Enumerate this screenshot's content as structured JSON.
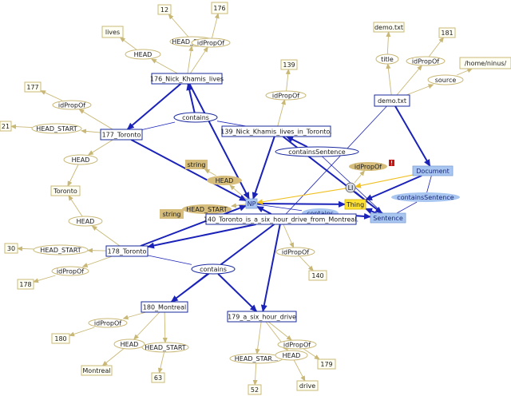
{
  "graph": {
    "nodes": [
      {
        "id": "n_12",
        "label": "12",
        "kind": "literal"
      },
      {
        "id": "n_176lit",
        "label": "176",
        "kind": "literal"
      },
      {
        "id": "n_lives",
        "label": "lives",
        "kind": "literal"
      },
      {
        "id": "n_headstart1",
        "label": "HEAD_START",
        "kind": "prop"
      },
      {
        "id": "n_idpropof1",
        "label": "idPropOf",
        "kind": "prop"
      },
      {
        "id": "n_head1",
        "label": "HEAD",
        "kind": "prop"
      },
      {
        "id": "n_176nick",
        "label": "176_Nick_Khamis_lives",
        "kind": "instance"
      },
      {
        "id": "n_contains1",
        "label": "contains",
        "kind": "bluelink"
      },
      {
        "id": "n_177",
        "label": "177",
        "kind": "literal"
      },
      {
        "id": "n_idpropof2",
        "label": "idPropOf",
        "kind": "prop"
      },
      {
        "id": "n_21",
        "label": "21",
        "kind": "literal"
      },
      {
        "id": "n_headstart2",
        "label": "HEAD_START",
        "kind": "prop"
      },
      {
        "id": "n_177tor",
        "label": "177_Toronto",
        "kind": "instance"
      },
      {
        "id": "n_head2",
        "label": "HEAD",
        "kind": "prop"
      },
      {
        "id": "n_toronto",
        "label": "Toronto",
        "kind": "literal"
      },
      {
        "id": "n_head3",
        "label": "HEAD",
        "kind": "prop"
      },
      {
        "id": "n_139",
        "label": "139",
        "kind": "literal"
      },
      {
        "id": "n_idpropof3",
        "label": "idPropOf",
        "kind": "prop"
      },
      {
        "id": "n_139nick",
        "label": "139_Nick_Khamis_lives_in_Toronto.",
        "kind": "instance"
      },
      {
        "id": "n_containssentence1",
        "label": "containsSentence",
        "kind": "bluelink"
      },
      {
        "id": "n_demotxtlit",
        "label": "demo.txt",
        "kind": "literal"
      },
      {
        "id": "n_181",
        "label": "181",
        "kind": "literal"
      },
      {
        "id": "n_title",
        "label": "title",
        "kind": "prop"
      },
      {
        "id": "n_idpropof4",
        "label": "idPropOf",
        "kind": "prop"
      },
      {
        "id": "n_path",
        "label": "/home/ninus/",
        "kind": "literal"
      },
      {
        "id": "n_source",
        "label": "source",
        "kind": "prop"
      },
      {
        "id": "n_demotxt",
        "label": "demo.txt",
        "kind": "instance"
      },
      {
        "id": "n_idpropof5",
        "label": "idPropOf",
        "kind": "propdark"
      },
      {
        "id": "n_document",
        "label": "Document",
        "kind": "class"
      },
      {
        "id": "n_string1",
        "label": "string",
        "kind": "type"
      },
      {
        "id": "n_headdark",
        "label": "HEAD",
        "kind": "propdark"
      },
      {
        "id": "n_np",
        "label": "NP",
        "kind": "class"
      },
      {
        "id": "n_li",
        "label": "LI",
        "kind": "circle"
      },
      {
        "id": "n_thing",
        "label": "Thing",
        "kind": "thing"
      },
      {
        "id": "n_containssentence2",
        "label": "containsSentence",
        "kind": "classlink"
      },
      {
        "id": "n_string2",
        "label": "string",
        "kind": "type"
      },
      {
        "id": "n_headstartdark",
        "label": "HEAD_START",
        "kind": "propdark"
      },
      {
        "id": "n_contains2",
        "label": "contains",
        "kind": "classlink"
      },
      {
        "id": "n_sentence",
        "label": "Sentence",
        "kind": "class"
      },
      {
        "id": "n_140sent",
        "label": "140_Toronto_is_a_six_hour_drive_from_Montreal.",
        "kind": "instance"
      },
      {
        "id": "n_30",
        "label": "30",
        "kind": "literal"
      },
      {
        "id": "n_headstart3",
        "label": "HEAD_START",
        "kind": "prop"
      },
      {
        "id": "n_178tor",
        "label": "178_Toronto",
        "kind": "instance"
      },
      {
        "id": "n_idpropof6",
        "label": "idPropOf",
        "kind": "prop"
      },
      {
        "id": "n_178",
        "label": "178",
        "kind": "literal"
      },
      {
        "id": "n_idpropof7",
        "label": "idPropOf",
        "kind": "prop"
      },
      {
        "id": "n_140",
        "label": "140",
        "kind": "literal"
      },
      {
        "id": "n_contains3",
        "label": "contains",
        "kind": "bluelink"
      },
      {
        "id": "n_180mont",
        "label": "180_Montreal",
        "kind": "instance"
      },
      {
        "id": "n_179six",
        "label": "179_a_six_hour_drive",
        "kind": "instance"
      },
      {
        "id": "n_idpropof8",
        "label": "idPropOf",
        "kind": "prop"
      },
      {
        "id": "n_180",
        "label": "180",
        "kind": "literal"
      },
      {
        "id": "n_head4",
        "label": "HEAD",
        "kind": "prop"
      },
      {
        "id": "n_headstart4",
        "label": "HEAD_START",
        "kind": "prop"
      },
      {
        "id": "n_montreal",
        "label": "Montreal",
        "kind": "literal"
      },
      {
        "id": "n_63",
        "label": "63",
        "kind": "literal"
      },
      {
        "id": "n_idpropof9",
        "label": "idPropOf",
        "kind": "prop"
      },
      {
        "id": "n_179",
        "label": "179",
        "kind": "literal"
      },
      {
        "id": "n_headstart5",
        "label": "HEAD_STAR...",
        "kind": "prop"
      },
      {
        "id": "n_head5",
        "label": "HEAD",
        "kind": "prop"
      },
      {
        "id": "n_52",
        "label": "52",
        "kind": "literal"
      },
      {
        "id": "n_drive",
        "label": "drive",
        "kind": "literal"
      }
    ],
    "badge": "!",
    "colors": {
      "literal_border": "#c9b875",
      "literal_fill": "#fffff4",
      "prop_border": "#c9b875",
      "prop_fill": "#ffffff",
      "propdark_fill": "#d6bd7c",
      "instance_border": "#1a2a9e",
      "instance_fill": "#ffffff",
      "class_fill": "#a9c6f0",
      "class_border": "#7d9fd6",
      "thing_fill": "#ffe233",
      "edge_tan": "#c9b875",
      "edge_blue": "#1a22b8",
      "edge_yellow": "#f0c020",
      "badge_fill": "#cc1111"
    }
  }
}
